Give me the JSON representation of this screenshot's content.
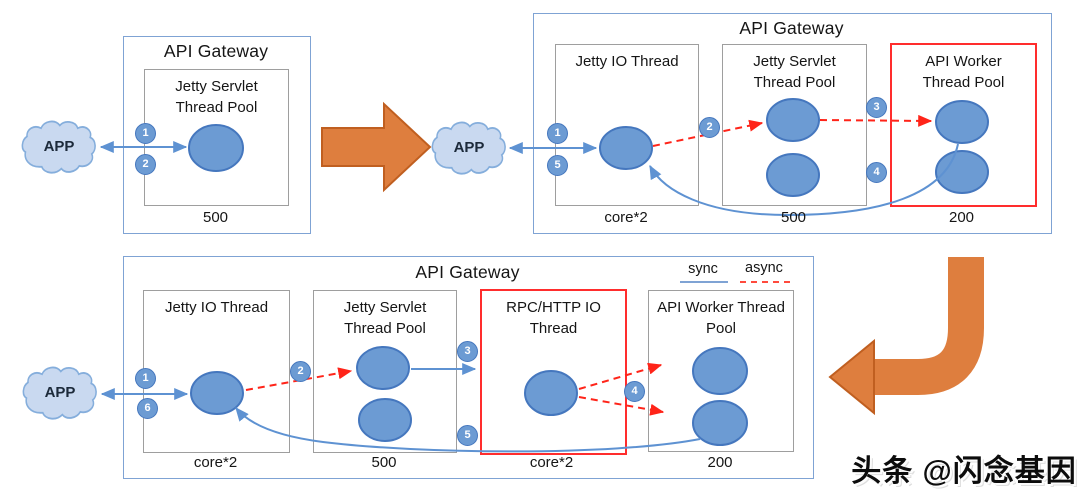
{
  "watermark": "头条 @闪念基因",
  "legend": {
    "sync_label": "sync",
    "async_label": "async"
  },
  "panels": [
    {
      "title": "API Gateway",
      "app_label": "APP",
      "pools": [
        {
          "name": "Jetty Servlet Thread Pool",
          "capacity": "500"
        }
      ],
      "badges": [
        "1",
        "2"
      ]
    },
    {
      "title": "API Gateway",
      "app_label": "APP",
      "pools": [
        {
          "name": "Jetty IO Thread",
          "capacity": "core*2"
        },
        {
          "name": "Jetty Servlet Thread Pool",
          "capacity": "500"
        },
        {
          "name": "API Worker Thread Pool",
          "capacity": "200"
        }
      ],
      "badges": [
        "1",
        "2",
        "3",
        "4",
        "5"
      ]
    },
    {
      "title": "API Gateway",
      "app_label": "APP",
      "pools": [
        {
          "name": "Jetty IO Thread",
          "capacity": "core*2"
        },
        {
          "name": "Jetty Servlet Thread Pool",
          "capacity": "500"
        },
        {
          "name": "RPC/HTTP IO Thread",
          "capacity": "core*2"
        },
        {
          "name": "API Worker Thread Pool",
          "capacity": "200"
        }
      ],
      "badges": [
        "1",
        "2",
        "3",
        "4",
        "5",
        "6"
      ]
    }
  ],
  "colors": {
    "thread_fill": "#6C9BD3",
    "thread_stroke": "#4577BE",
    "outer_box": "#7FA3D4",
    "inner_box": "#9E9E9E",
    "highlight_red": "#FF2D2D",
    "sync_arrow": "#5E92D2",
    "async_arrow": "#FF2419",
    "transition_orange": "#DE7E3E",
    "cloud_fill": "#C9D9F0"
  }
}
